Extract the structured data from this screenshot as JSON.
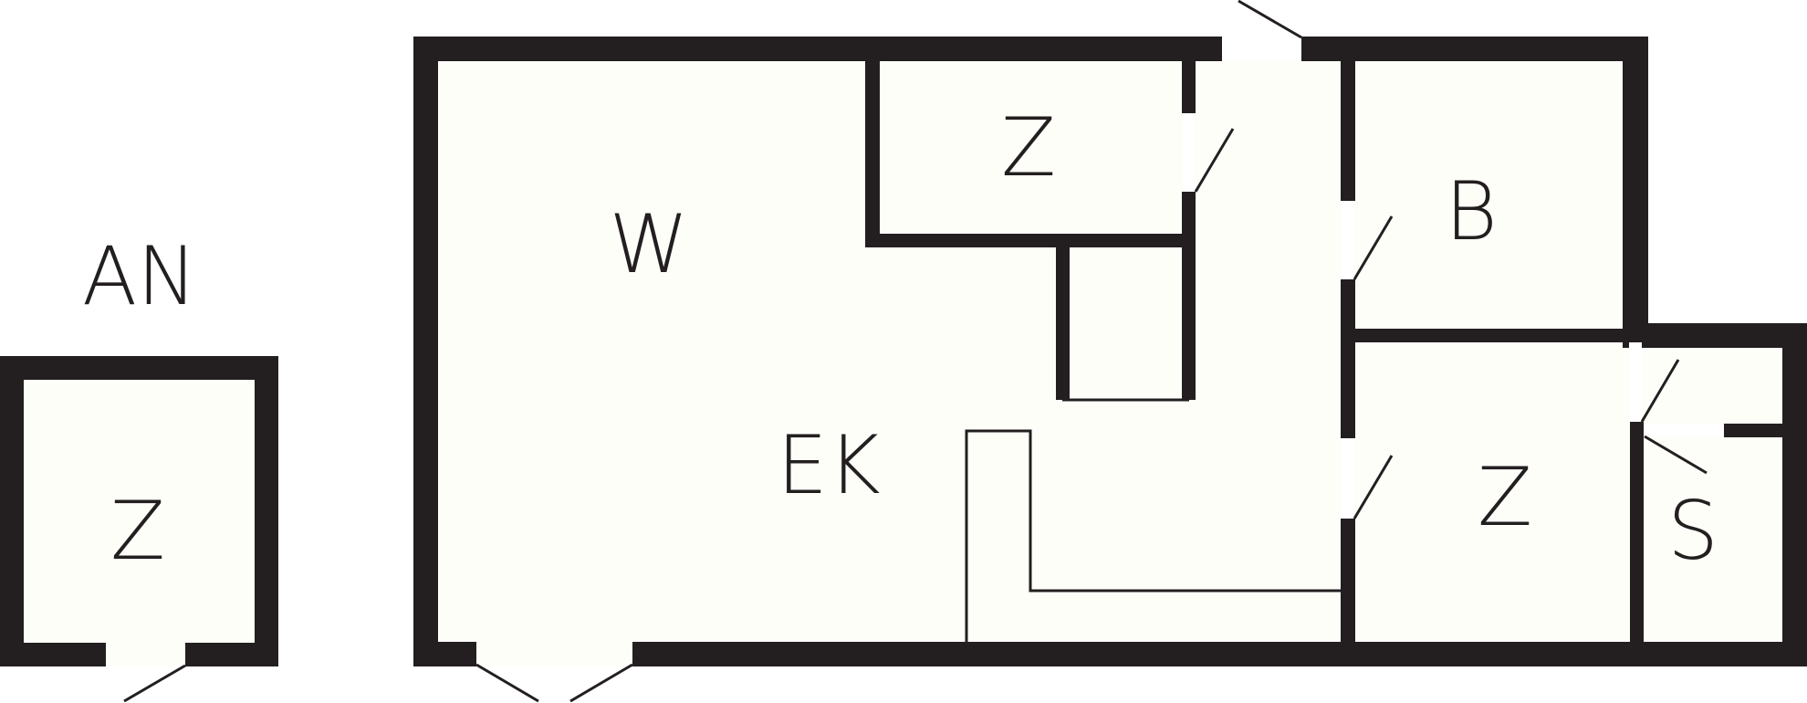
{
  "colors": {
    "wall": "#231f20",
    "floor": "#fefef9",
    "door_gap": "#ffffff",
    "background": "#ffffff"
  },
  "annex": {
    "title": "AN",
    "room": "Z"
  },
  "main": {
    "living_room": "W",
    "kitchen": "EK",
    "room_top": "Z",
    "bathroom": "B",
    "room_right": "Z",
    "storage": "S"
  }
}
